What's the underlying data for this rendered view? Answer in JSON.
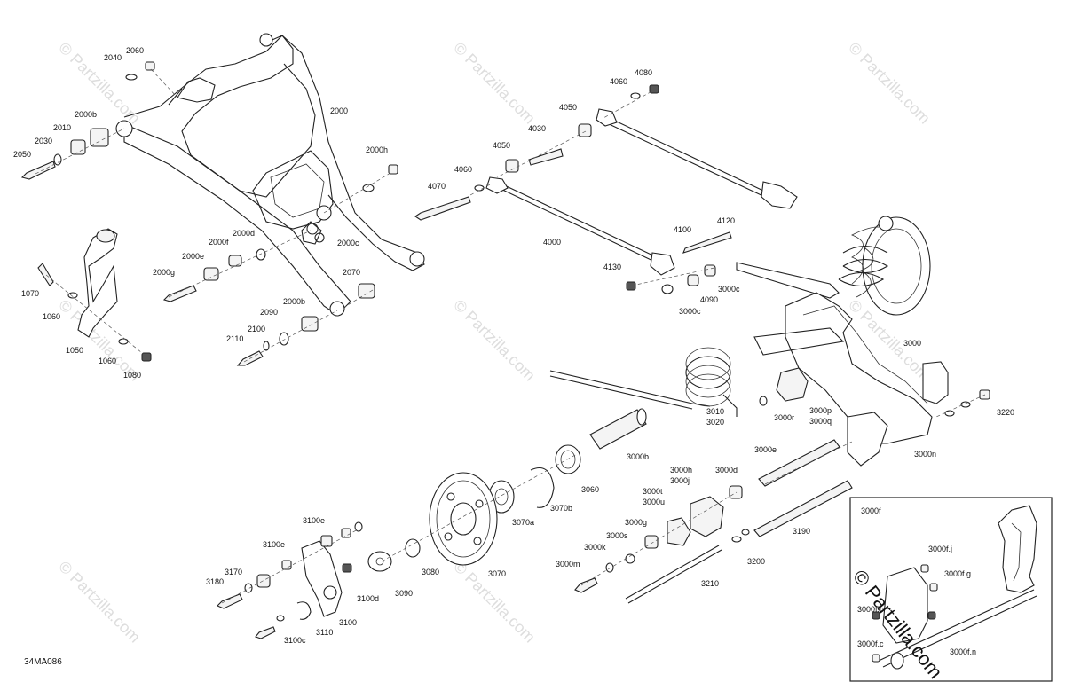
{
  "diagram_code": "34MA086",
  "watermark": "© Partzilla.com",
  "inset_title": "3000f",
  "labels": [
    {
      "id": "2060",
      "text": "2060"
    },
    {
      "id": "2040",
      "text": "2040"
    },
    {
      "id": "2000b_a",
      "text": "2000b"
    },
    {
      "id": "2010",
      "text": "2010"
    },
    {
      "id": "2030",
      "text": "2030"
    },
    {
      "id": "2050",
      "text": "2050"
    },
    {
      "id": "2000",
      "text": "2000"
    },
    {
      "id": "2000h",
      "text": "2000h"
    },
    {
      "id": "2000c",
      "text": "2000c"
    },
    {
      "id": "2000d",
      "text": "2000d"
    },
    {
      "id": "2000f",
      "text": "2000f"
    },
    {
      "id": "2000e",
      "text": "2000e"
    },
    {
      "id": "2000g",
      "text": "2000g"
    },
    {
      "id": "2070",
      "text": "2070"
    },
    {
      "id": "2000b_b",
      "text": "2000b"
    },
    {
      "id": "2090",
      "text": "2090"
    },
    {
      "id": "2100",
      "text": "2100"
    },
    {
      "id": "2110",
      "text": "2110"
    },
    {
      "id": "1070",
      "text": "1070"
    },
    {
      "id": "1060_a",
      "text": "1060"
    },
    {
      "id": "1050",
      "text": "1050"
    },
    {
      "id": "1060_b",
      "text": "1060"
    },
    {
      "id": "1080",
      "text": "1080"
    },
    {
      "id": "4080",
      "text": "4080"
    },
    {
      "id": "4060_a",
      "text": "4060"
    },
    {
      "id": "4050_a",
      "text": "4050"
    },
    {
      "id": "4030",
      "text": "4030"
    },
    {
      "id": "4050_b",
      "text": "4050"
    },
    {
      "id": "4060_b",
      "text": "4060"
    },
    {
      "id": "4070",
      "text": "4070"
    },
    {
      "id": "4000",
      "text": "4000"
    },
    {
      "id": "4120",
      "text": "4120"
    },
    {
      "id": "4100",
      "text": "4100"
    },
    {
      "id": "4130",
      "text": "4130"
    },
    {
      "id": "4090",
      "text": "4090"
    },
    {
      "id": "3000c_a",
      "text": "3000c"
    },
    {
      "id": "3000c_b",
      "text": "3000c"
    },
    {
      "id": "3000",
      "text": "3000"
    },
    {
      "id": "3000r",
      "text": "3000r"
    },
    {
      "id": "3000p",
      "text": "3000p"
    },
    {
      "id": "3000q",
      "text": "3000q"
    },
    {
      "id": "3220",
      "text": "3220"
    },
    {
      "id": "3010",
      "text": "3010"
    },
    {
      "id": "3020",
      "text": "3020"
    },
    {
      "id": "3000b",
      "text": "3000b"
    },
    {
      "id": "3000e",
      "text": "3000e"
    },
    {
      "id": "3000n",
      "text": "3000n"
    },
    {
      "id": "3060",
      "text": "3060"
    },
    {
      "id": "3070b",
      "text": "3070b"
    },
    {
      "id": "3070a",
      "text": "3070a"
    },
    {
      "id": "3070",
      "text": "3070"
    },
    {
      "id": "3080",
      "text": "3080"
    },
    {
      "id": "3090",
      "text": "3090"
    },
    {
      "id": "3000h",
      "text": "3000h"
    },
    {
      "id": "3000j",
      "text": "3000j"
    },
    {
      "id": "3000d",
      "text": "3000d"
    },
    {
      "id": "3000t",
      "text": "3000t"
    },
    {
      "id": "3000u",
      "text": "3000u"
    },
    {
      "id": "3000g",
      "text": "3000g"
    },
    {
      "id": "3000s",
      "text": "3000s"
    },
    {
      "id": "3000k",
      "text": "3000k"
    },
    {
      "id": "3000m",
      "text": "3000m"
    },
    {
      "id": "3190",
      "text": "3190"
    },
    {
      "id": "3200",
      "text": "3200"
    },
    {
      "id": "3210",
      "text": "3210"
    },
    {
      "id": "3100e_a",
      "text": "3100e"
    },
    {
      "id": "3100e_b",
      "text": "3100e"
    },
    {
      "id": "3170",
      "text": "3170"
    },
    {
      "id": "3180",
      "text": "3180"
    },
    {
      "id": "3100d",
      "text": "3100d"
    },
    {
      "id": "3100",
      "text": "3100"
    },
    {
      "id": "3110",
      "text": "3110"
    },
    {
      "id": "3100c",
      "text": "3100c"
    },
    {
      "id": "3000fj",
      "text": "3000f.j"
    },
    {
      "id": "3000fg",
      "text": "3000f.g"
    },
    {
      "id": "3000fc_a",
      "text": "3000f.c"
    },
    {
      "id": "3000fc_b",
      "text": "3000f.c"
    },
    {
      "id": "3000fn",
      "text": "3000f.n"
    }
  ]
}
